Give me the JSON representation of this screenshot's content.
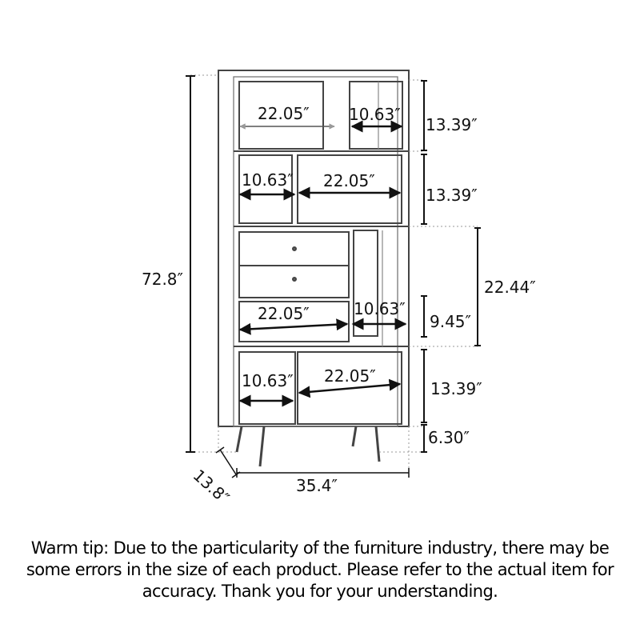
{
  "diagram": {
    "overall_height": "72.8″",
    "overall_width": "35.4″",
    "overall_depth": "13.8″",
    "top_row": {
      "wide_cell": "22.05″",
      "narrow_cell": "10.63″",
      "height": "13.39″"
    },
    "second_row": {
      "narrow_cell": "10.63″",
      "wide_cell": "22.05″",
      "height": "13.39″"
    },
    "drawer_section": {
      "height": "22.44″"
    },
    "fourth_row": {
      "wide_cell": "22.05″",
      "narrow_cell": "10.63″",
      "height": "9.45″"
    },
    "bottom_row": {
      "narrow_cell": "10.63″",
      "wide_cell": "22.05″",
      "height": "13.39″"
    },
    "leg_height": "6.30″"
  },
  "tip": {
    "text": "Warm tip: Due to the particularity of the furniture industry, there may be some errors in the size of each product. Please refer to the actual item for accuracy. Thank you for your understanding."
  }
}
